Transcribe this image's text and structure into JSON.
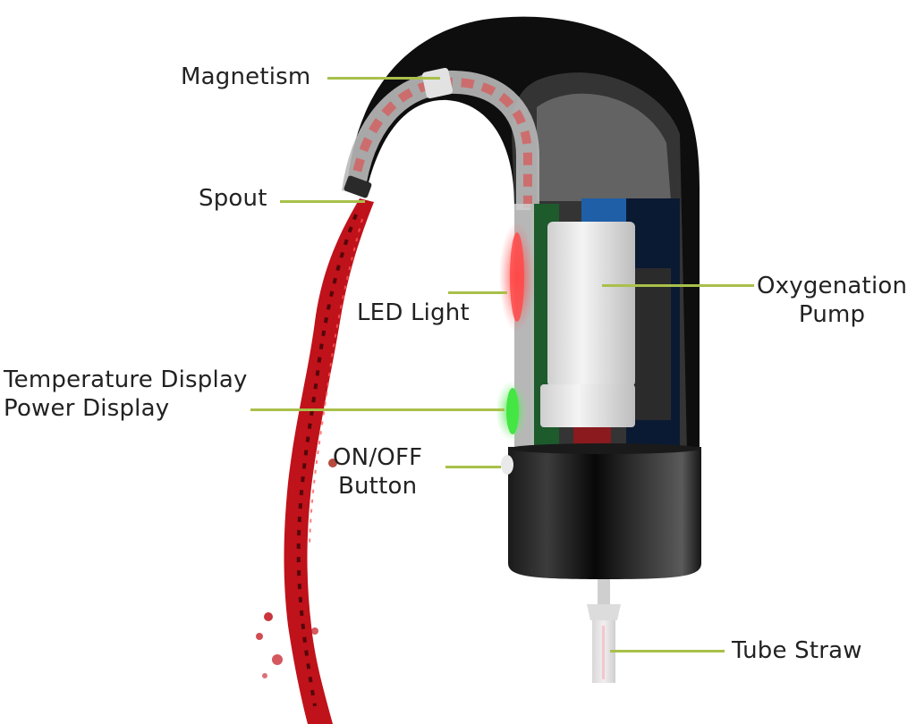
{
  "diagram": {
    "subject": "Electric wine aerator dispenser (cutaway)",
    "colors": {
      "leader_line": "#a8c04a",
      "body": "#111111",
      "wine": "#c0121a",
      "led_red": "#ff4a4a",
      "led_green": "#3fe03f",
      "pump_cylinder": "#e6e6e6",
      "battery_blue": "#1f5fa8",
      "circuit_board": "#1d5a2c"
    },
    "labels": [
      {
        "id": "magnetism",
        "text": "Magnetism"
      },
      {
        "id": "spout",
        "text": "Spout"
      },
      {
        "id": "led_light",
        "text": "LED Light"
      },
      {
        "id": "oxygenation_pump",
        "line1": "Oxygenation",
        "line2": "Pump"
      },
      {
        "id": "temperature_power_display",
        "line1": "Temperature Display",
        "line2": "Power Display"
      },
      {
        "id": "on_off_button",
        "line1": "ON/OFF",
        "line2": "Button"
      },
      {
        "id": "tube_straw",
        "text": "Tube Straw"
      }
    ]
  }
}
